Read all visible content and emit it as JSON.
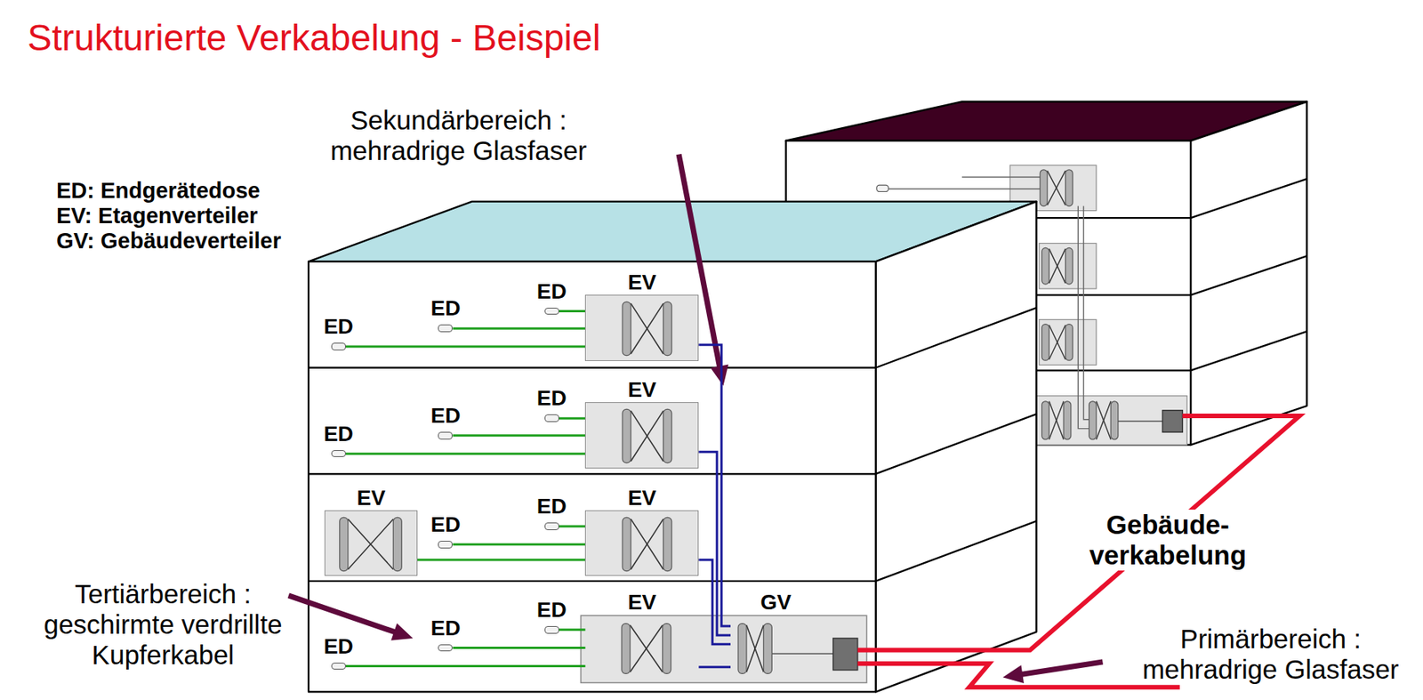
{
  "diagram": {
    "title": "Strukturierte Verkabelung - Beispiel",
    "nodes": [
      {
        "text": [
          "ED"
        ]
      },
      {
        "text": [
          "ED"
        ]
      },
      {
        "text": [
          "ED"
        ]
      },
      {
        "text": [
          "EV"
        ]
      },
      {
        "text": [
          "ED"
        ]
      },
      {
        "text": [
          "ED"
        ]
      },
      {
        "text": [
          "ED"
        ]
      },
      {
        "text": [
          "EV"
        ]
      },
      {
        "text": [
          "EV"
        ]
      },
      {
        "text": [
          "ED"
        ]
      },
      {
        "text": [
          "ED"
        ]
      },
      {
        "text": [
          "EV"
        ]
      },
      {
        "text": [
          "ED"
        ]
      },
      {
        "text": [
          "ED"
        ]
      },
      {
        "text": [
          "ED"
        ]
      },
      {
        "text": [
          "EV"
        ]
      },
      {
        "text": [
          "GV"
        ]
      }
    ],
    "edges": [
      {
        "from": 0,
        "to": 3,
        "arrow": "none"
      },
      {
        "from": 1,
        "to": 3,
        "arrow": "none"
      },
      {
        "from": 2,
        "to": 3,
        "arrow": "none"
      },
      {
        "from": 4,
        "to": 7,
        "arrow": "none"
      },
      {
        "from": 5,
        "to": 7,
        "arrow": "none"
      },
      {
        "from": 6,
        "to": 7,
        "arrow": "none"
      },
      {
        "from": 8,
        "to": 11,
        "arrow": "none"
      },
      {
        "from": 9,
        "to": 11,
        "arrow": "none"
      },
      {
        "from": 10,
        "to": 11,
        "arrow": "none"
      },
      {
        "from": 12,
        "to": 15,
        "arrow": "none"
      },
      {
        "from": 13,
        "to": 15,
        "arrow": "none"
      },
      {
        "from": 14,
        "to": 15,
        "arrow": "none"
      },
      {
        "from": 3,
        "to": 16,
        "arrow": "none"
      },
      {
        "from": 7,
        "to": 16,
        "arrow": "none"
      },
      {
        "from": 11,
        "to": 16,
        "arrow": "none"
      },
      {
        "from": 15,
        "to": 16,
        "arrow": "none"
      }
    ],
    "labels": [
      "ED: Endgerätedose",
      "EV: Etagenverteiler",
      "GV: Gebäudeverteiler",
      "Sekundärbereich : mehradrige Glasfaser",
      "Tertiärbereich : geschirmte verdrillte Kupferkabel",
      "Gebäude- verkabelung",
      "Primärbereich : mehradrige Glasfaser"
    ]
  }
}
